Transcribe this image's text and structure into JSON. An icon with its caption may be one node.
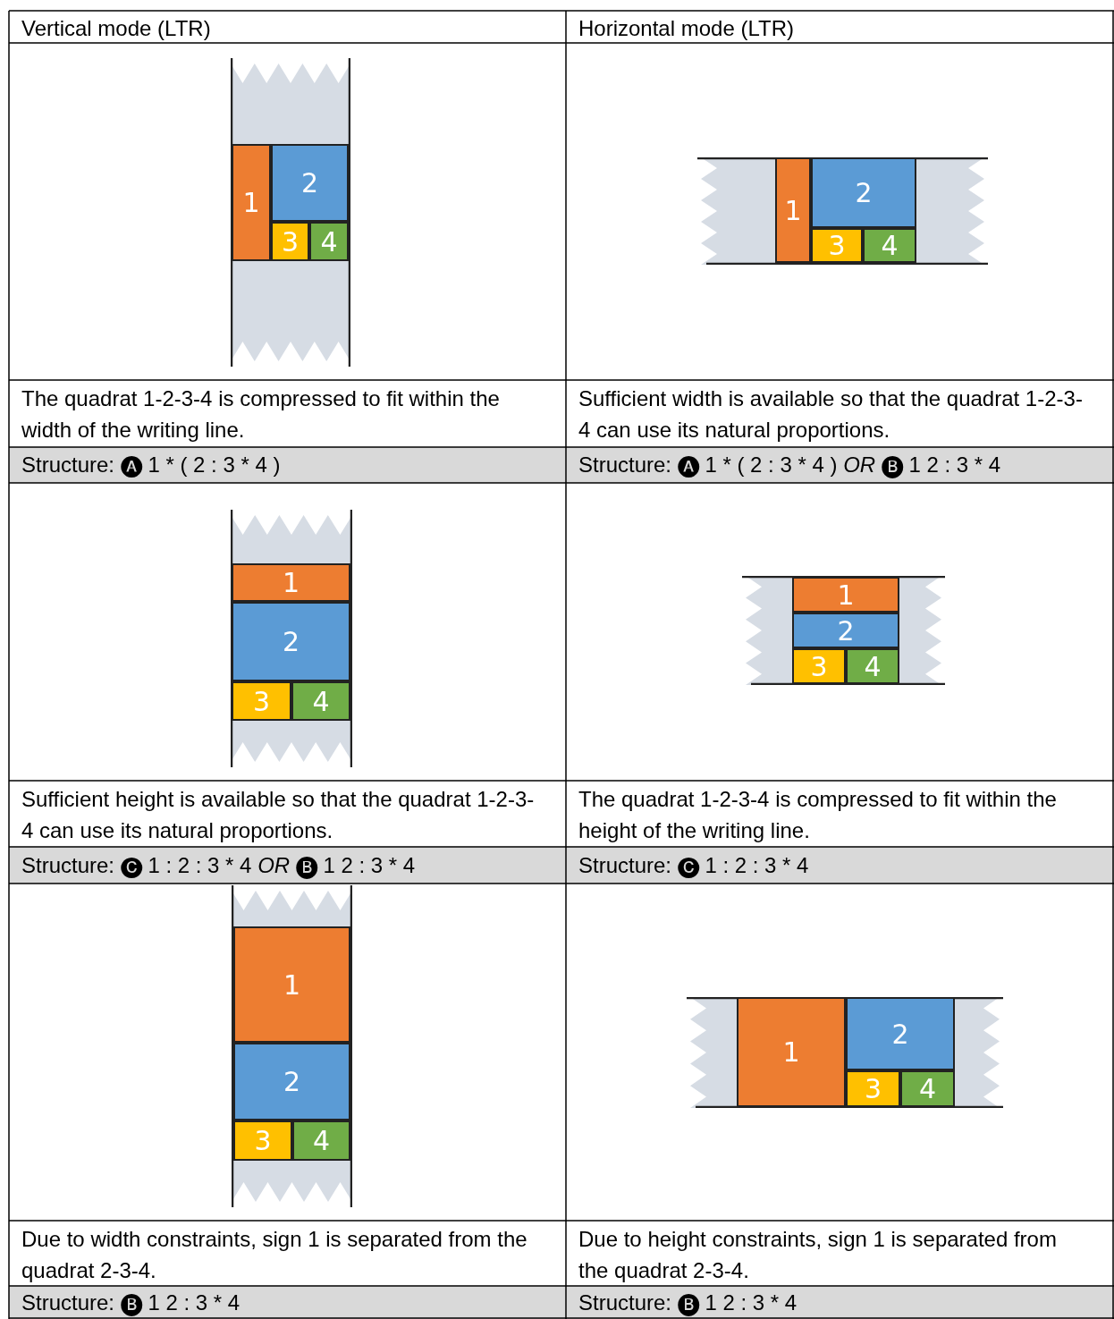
{
  "diagram": {
    "nodes": [
      {
        "text": [],
        "shape": "band"
      },
      {
        "text": [
          "1"
        ],
        "in": 0
      },
      {
        "text": [
          "2"
        ],
        "in": 0
      },
      {
        "text": [
          "3"
        ],
        "in": 0
      },
      {
        "text": [
          "4"
        ],
        "in": 0
      },
      {
        "text": [],
        "shape": "band"
      },
      {
        "text": [
          "1"
        ],
        "in": 5
      },
      {
        "text": [
          "2"
        ],
        "in": 5
      },
      {
        "text": [
          "3"
        ],
        "in": 5
      },
      {
        "text": [
          "4"
        ],
        "in": 5
      },
      {
        "text": [],
        "shape": "band"
      },
      {
        "text": [
          "1"
        ],
        "in": 10
      },
      {
        "text": [
          "2"
        ],
        "in": 10
      },
      {
        "text": [
          "3"
        ],
        "in": 10
      },
      {
        "text": [
          "4"
        ],
        "in": 10
      },
      {
        "text": [],
        "shape": "band"
      },
      {
        "text": [
          "1"
        ],
        "in": 15
      },
      {
        "text": [
          "2"
        ],
        "in": 15
      },
      {
        "text": [
          "3"
        ],
        "in": 15
      },
      {
        "text": [
          "4"
        ],
        "in": 15
      },
      {
        "text": [],
        "shape": "band"
      },
      {
        "text": [
          "1"
        ],
        "in": 20
      },
      {
        "text": [
          "2"
        ],
        "in": 20
      },
      {
        "text": [
          "3"
        ],
        "in": 20
      },
      {
        "text": [
          "4"
        ],
        "in": 20
      },
      {
        "text": [],
        "shape": "band"
      },
      {
        "text": [
          "1"
        ],
        "in": 25
      },
      {
        "text": [
          "2"
        ],
        "in": 25
      },
      {
        "text": [
          "3"
        ],
        "in": 25
      },
      {
        "text": [
          "4"
        ],
        "in": 25
      }
    ],
    "edges": [],
    "labels": [
      "Vertical mode (LTR)",
      "Horizontal mode (LTR)",
      "The quadrat 1-2-3-4 is compressed to fit within the width of the writing line.",
      "Sufficient width is available so that the quadrat 1-2-3-4 can use its natural proportions.",
      "Structure: 🅐 1 * ( 2 : 3 * 4 )",
      "Structure: 🅐 1 * ( 2 : 3 * 4 ) *OR* 🅑 1 2 : 3 * 4",
      "Sufficient height is available so that the quadrat 1-2-3-4 can use its natural proportions.",
      "The quadrat 1-2-3-4 is compressed to fit within the height of the writing line.",
      "Structure: 🅒 1 : 2 : 3 * 4 *OR* 🅑 1 2 : 3 * 4",
      "Structure: 🅒 1 : 2 : 3 * 4",
      "Due to width constraints, sign 1 is separated from the quadrat 2-3-4.",
      "Due to height constraints, sign 1 is separated from the quadrat 2-3-4.",
      "Structure: 🅑 1 2 : 3 * 4",
      "Structure: 🅑 1 2 : 3 * 4"
    ]
  }
}
